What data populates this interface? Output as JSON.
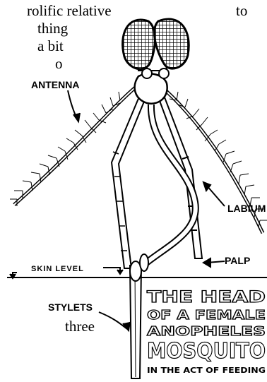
{
  "text_fragments": {
    "line1": "rolific relative",
    "line2": "thing",
    "line3": "a bit",
    "line4": "o",
    "top_right": "to",
    "bottom_left": "three"
  },
  "labels": {
    "antenna": "ANTENNA",
    "labium": "LABIUM",
    "palp": "PALP",
    "skin_level": "SKIN LEVEL",
    "stylets": "STYLETS"
  },
  "title_block": {
    "line1": "THE HEAD",
    "line2": "OF A FEMALE",
    "line3": "ANOPHELES",
    "line4": "MOSQUITO",
    "line5": "IN THE ACT OF FEEDING"
  }
}
